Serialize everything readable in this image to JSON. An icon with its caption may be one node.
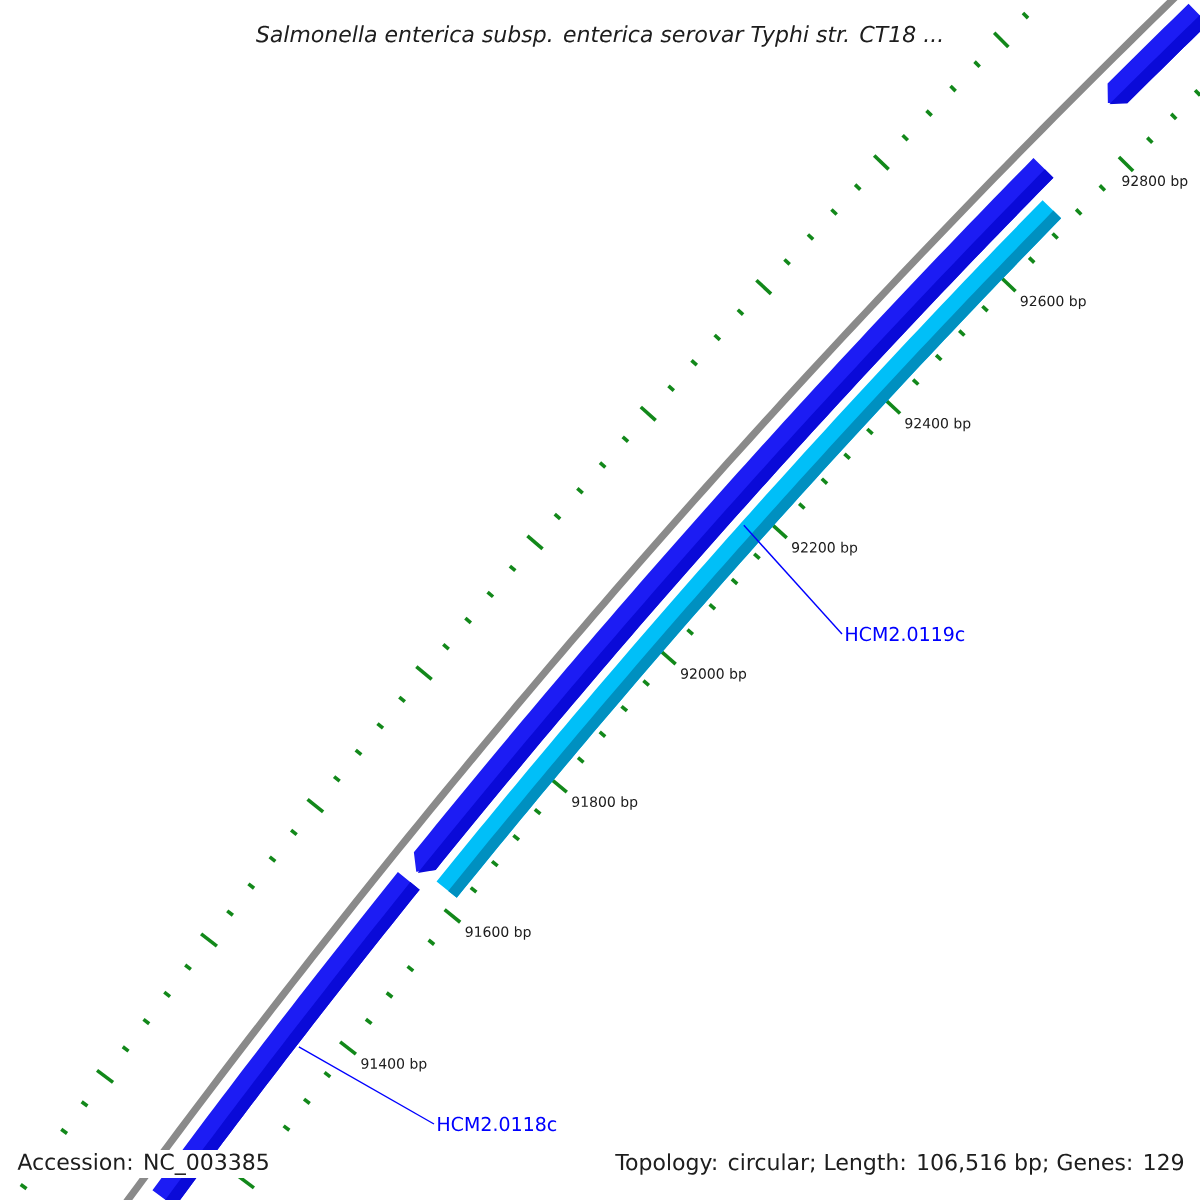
{
  "diagram": {
    "title": "Salmonella enterica subsp. enterica serovar Typhi str. CT18 ...",
    "nodes": [
      {
        "text": [],
        "shape": "bar"
      },
      {
        "text": [],
        "shape": "bar"
      },
      {
        "text": [],
        "shape": "bar"
      },
      {
        "text": [
          "HCM2.0119c"
        ]
      },
      {
        "text": [],
        "shape": "bar"
      },
      {
        "text": [
          "HCM2.0118c"
        ]
      }
    ],
    "edges": [
      {
        "from": 3,
        "to": 1,
        "arrow": "none"
      },
      {
        "from": 5,
        "to": 4,
        "arrow": "none"
      }
    ],
    "labels": [
      "92800 bp",
      "92600 bp",
      "92400 bp",
      "92200 bp",
      "92000 bp",
      "91800 bp",
      "91600 bp",
      "91400 bp",
      "Accession: NC_003385",
      "Topology: circular; Length: 106,516 bp; Genes: 129"
    ]
  }
}
